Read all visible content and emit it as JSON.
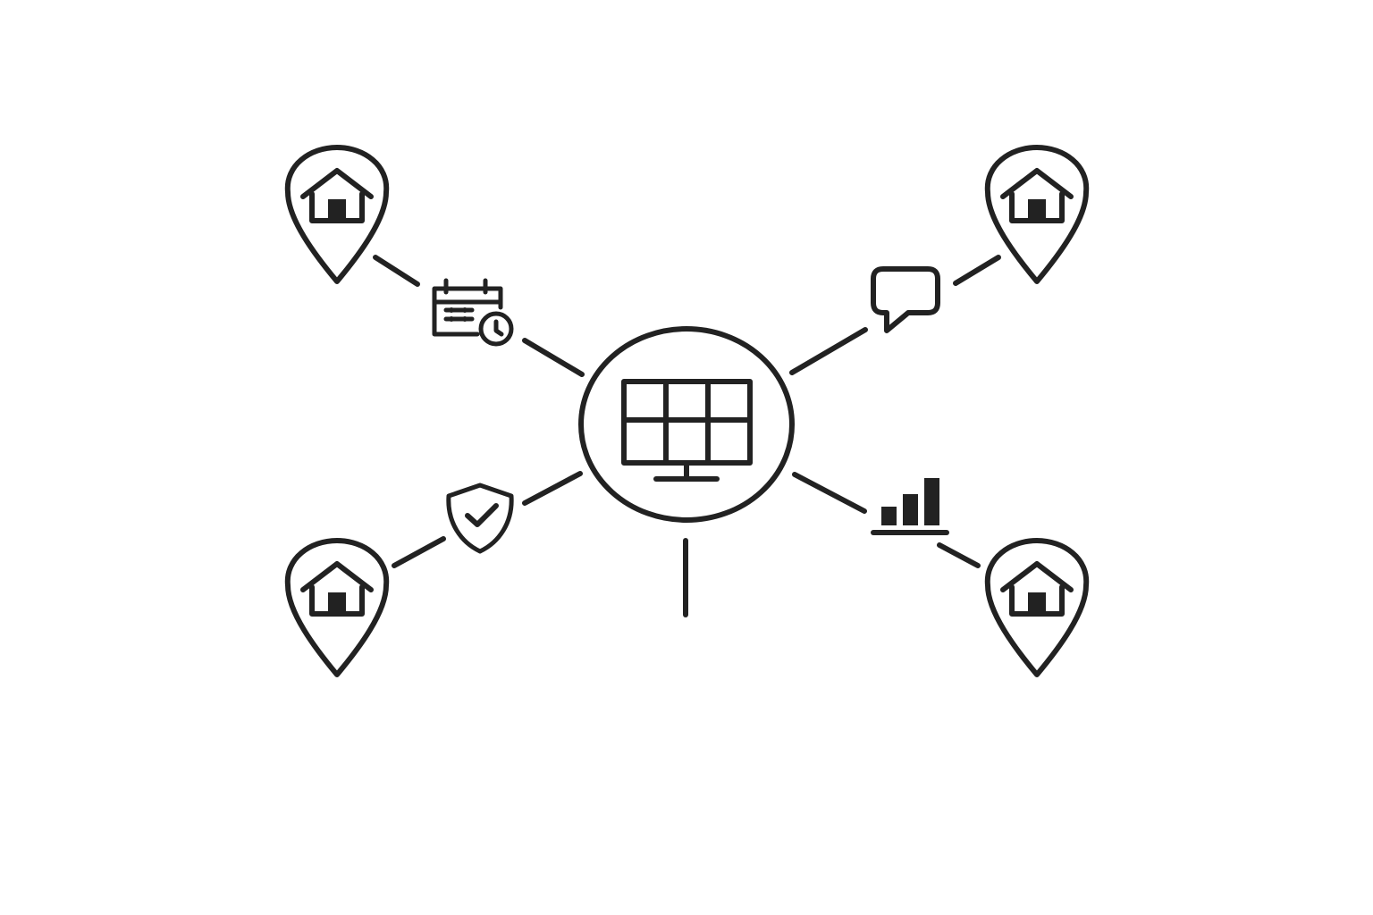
{
  "diagram": {
    "hub": {
      "icon": "monitor-grid-icon"
    },
    "locations": [
      {
        "id": "top-left",
        "icon": "home-location-pin-icon"
      },
      {
        "id": "top-right",
        "icon": "home-location-pin-icon"
      },
      {
        "id": "bottom-left",
        "icon": "home-location-pin-icon"
      },
      {
        "id": "bottom-right",
        "icon": "home-location-pin-icon"
      }
    ],
    "features": [
      {
        "id": "schedule",
        "icon": "calendar-clock-icon"
      },
      {
        "id": "messaging",
        "icon": "chat-bubble-icon"
      },
      {
        "id": "security",
        "icon": "shield-check-icon"
      },
      {
        "id": "analytics",
        "icon": "bar-chart-icon"
      }
    ],
    "colors": {
      "stroke": "#222222",
      "background": "#ffffff"
    }
  }
}
